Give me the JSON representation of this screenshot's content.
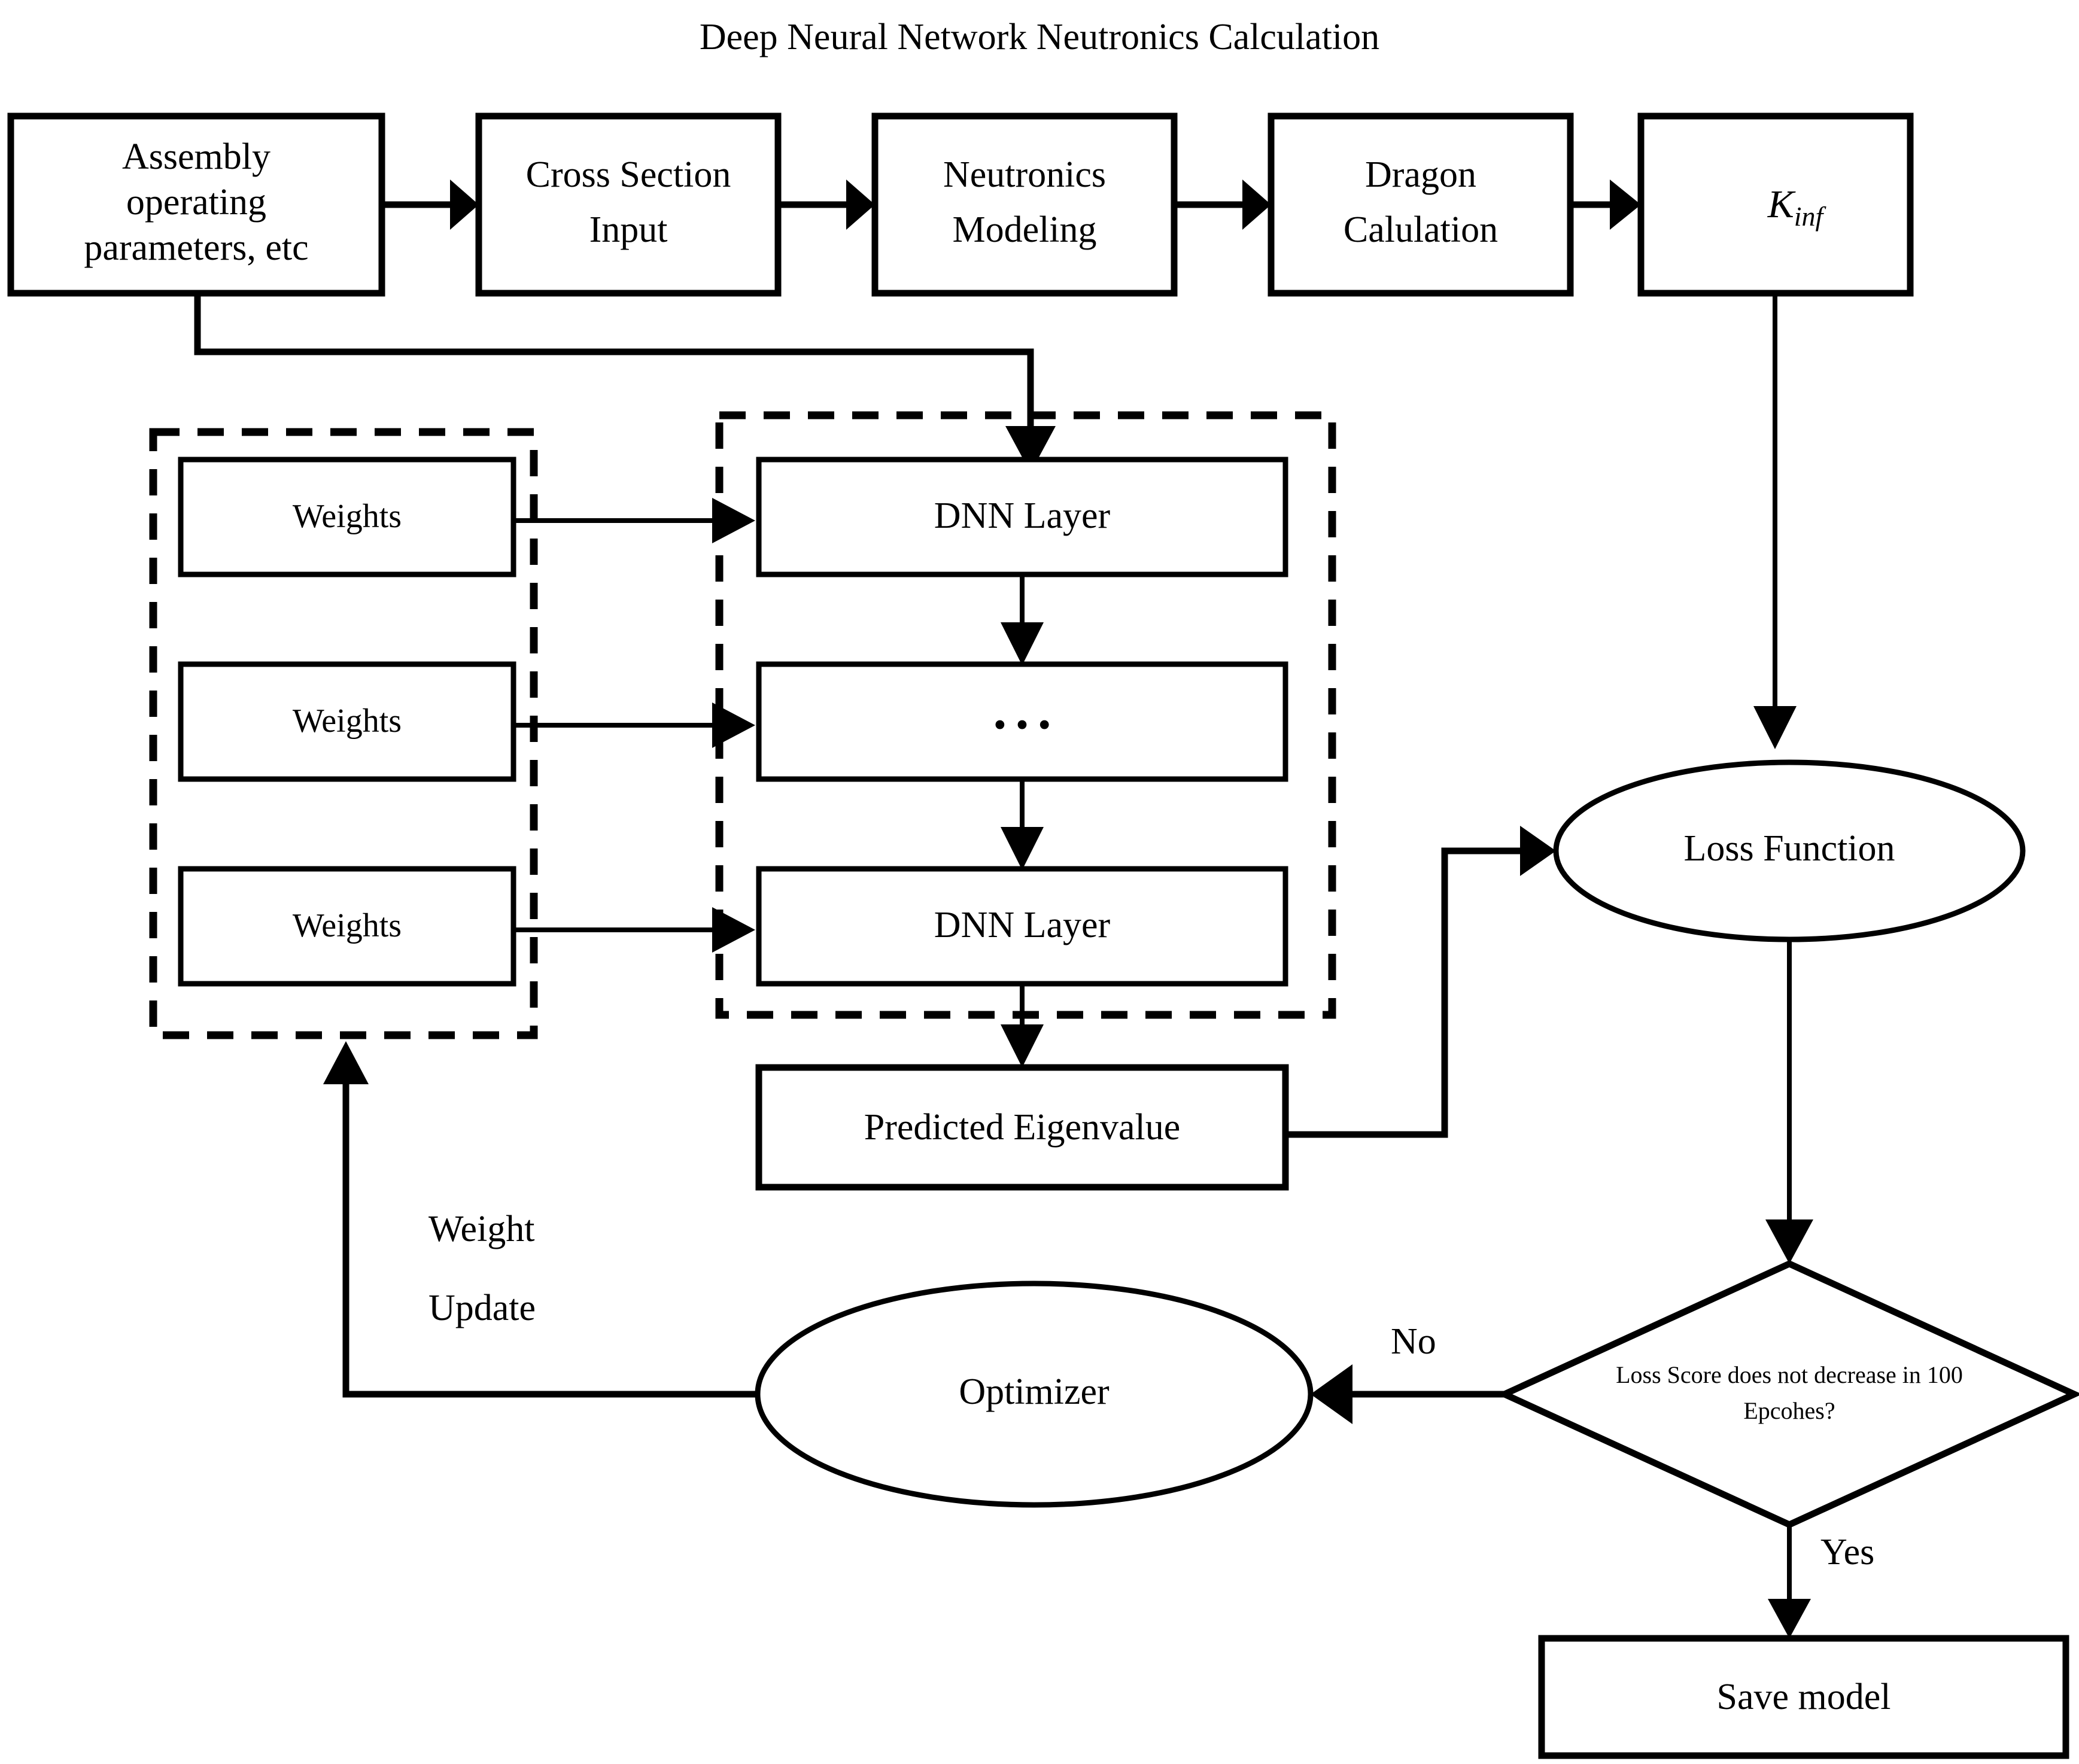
{
  "title": "Deep Neural Network Neutronics Calculation",
  "pipeline": {
    "steps": [
      {
        "id": "assembly",
        "lines": [
          "Assembly",
          "operating",
          "parameters, etc"
        ]
      },
      {
        "id": "cross-section-input",
        "lines": [
          "Cross Section",
          "Input"
        ]
      },
      {
        "id": "neutronics-modeling",
        "lines": [
          "Neutronics",
          "Modeling"
        ]
      },
      {
        "id": "dragon-calculation",
        "lines": [
          "Dragon",
          "Calulation"
        ]
      },
      {
        "id": "kinf",
        "base": "K",
        "sub": "inf"
      }
    ]
  },
  "weights_group": {
    "items": [
      {
        "label": "Weights"
      },
      {
        "label": "Weights"
      },
      {
        "label": "Weights"
      }
    ]
  },
  "network_group": {
    "layers": [
      {
        "label": "DNN Layer"
      },
      {
        "label": ""
      },
      {
        "label": "DNN Layer"
      }
    ],
    "ellipsis": "• • •"
  },
  "output": {
    "predicted_eigenvalue": "Predicted Eigenvalue"
  },
  "loss": {
    "loss_function": "Loss Function"
  },
  "decision": {
    "line1": "Loss Score does not decrease in 100",
    "line2": "Epcohes?",
    "no_label": "No",
    "yes_label": "Yes"
  },
  "optimizer": {
    "label": "Optimizer",
    "weight_update_line1": "Weight",
    "weight_update_line2": "Update"
  },
  "final": {
    "save_model": "Save model"
  },
  "colors": {
    "stroke": "#000000",
    "fill": "#ffffff",
    "background": "#ffffff"
  }
}
